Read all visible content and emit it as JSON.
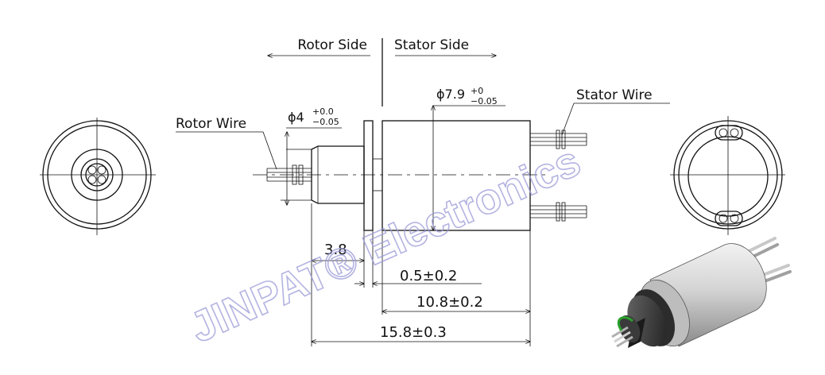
{
  "side_labels": {
    "rotor": "Rotor Side",
    "stator": "Stator Side"
  },
  "wire_labels": {
    "rotor": "Rotor Wire",
    "stator": "Stator Wire"
  },
  "diameters": {
    "rotor_base": "ϕ4",
    "rotor_sup": "+0.0",
    "rotor_sub": "−0.05",
    "stator_base": "ϕ7.9",
    "stator_sup": "+0",
    "stator_sub": "−0.05"
  },
  "dimensions": {
    "flange": "3.8",
    "gap": "0.5±0.2",
    "body": "10.8±0.2",
    "total": "15.8±0.3"
  },
  "watermark": "JINPAT® Electronics",
  "colors": {
    "line": "#111111",
    "watermark": "#9a9ad8",
    "wire_green": "#2ca02c"
  }
}
